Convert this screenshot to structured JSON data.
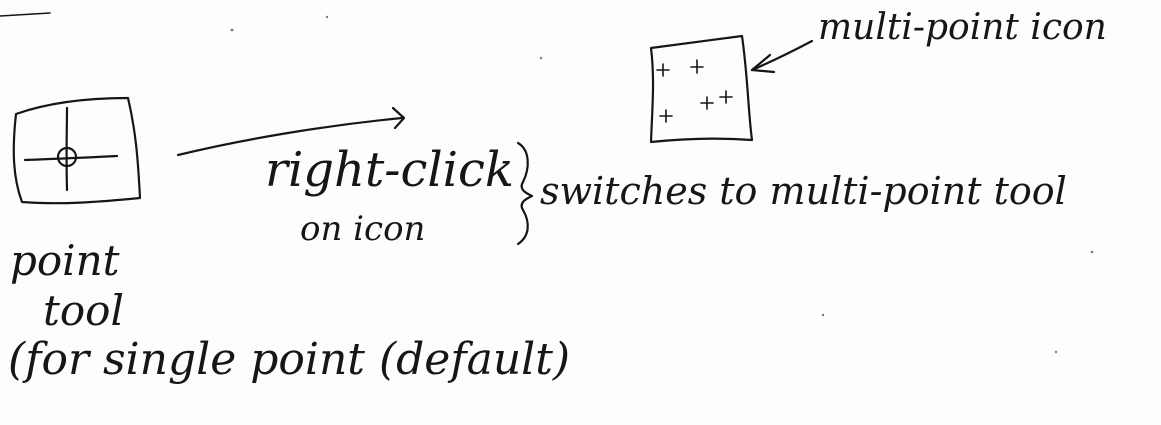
{
  "ink_color": "#161616",
  "paper_color": "#fdfdfb",
  "icons": {
    "point_tool": "crosshair-circle-icon",
    "multi_point_tool": "multi-crosshair-icon"
  },
  "labels": {
    "multi_point_icon": "multi-point icon",
    "right_click": "right-click",
    "on_icon": "on icon",
    "switches": "switches to multi-point tool",
    "point": "point",
    "tool": "tool",
    "single_point": "(for single point (default)"
  }
}
